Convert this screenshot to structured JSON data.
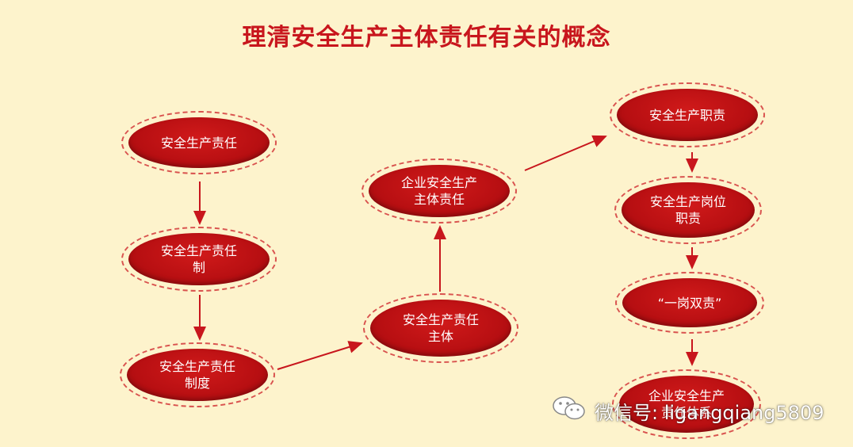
{
  "title": "理清安全生产主体责任有关的概念",
  "nodes": {
    "n1": "安全生产责任",
    "n2": "安全生产责任\n制",
    "n3": "安全生产责任\n制度",
    "n4": "安全生产责任\n主体",
    "n5": "企业安全生产\n主体责任",
    "n6": "安全生产职责",
    "n7": "安全生产岗位\n职责",
    "n8": "“一岗双责”",
    "n9": "企业安全生产\n责任体系"
  },
  "watermark": {
    "text": "微信号: ligangqiang5809",
    "icon": "wechat-icon"
  },
  "colors": {
    "background": "#fdf3cc",
    "title": "#c8161d",
    "node_fill": "#b80f12",
    "node_border": "#d9534f",
    "arrow": "#c8161d"
  }
}
